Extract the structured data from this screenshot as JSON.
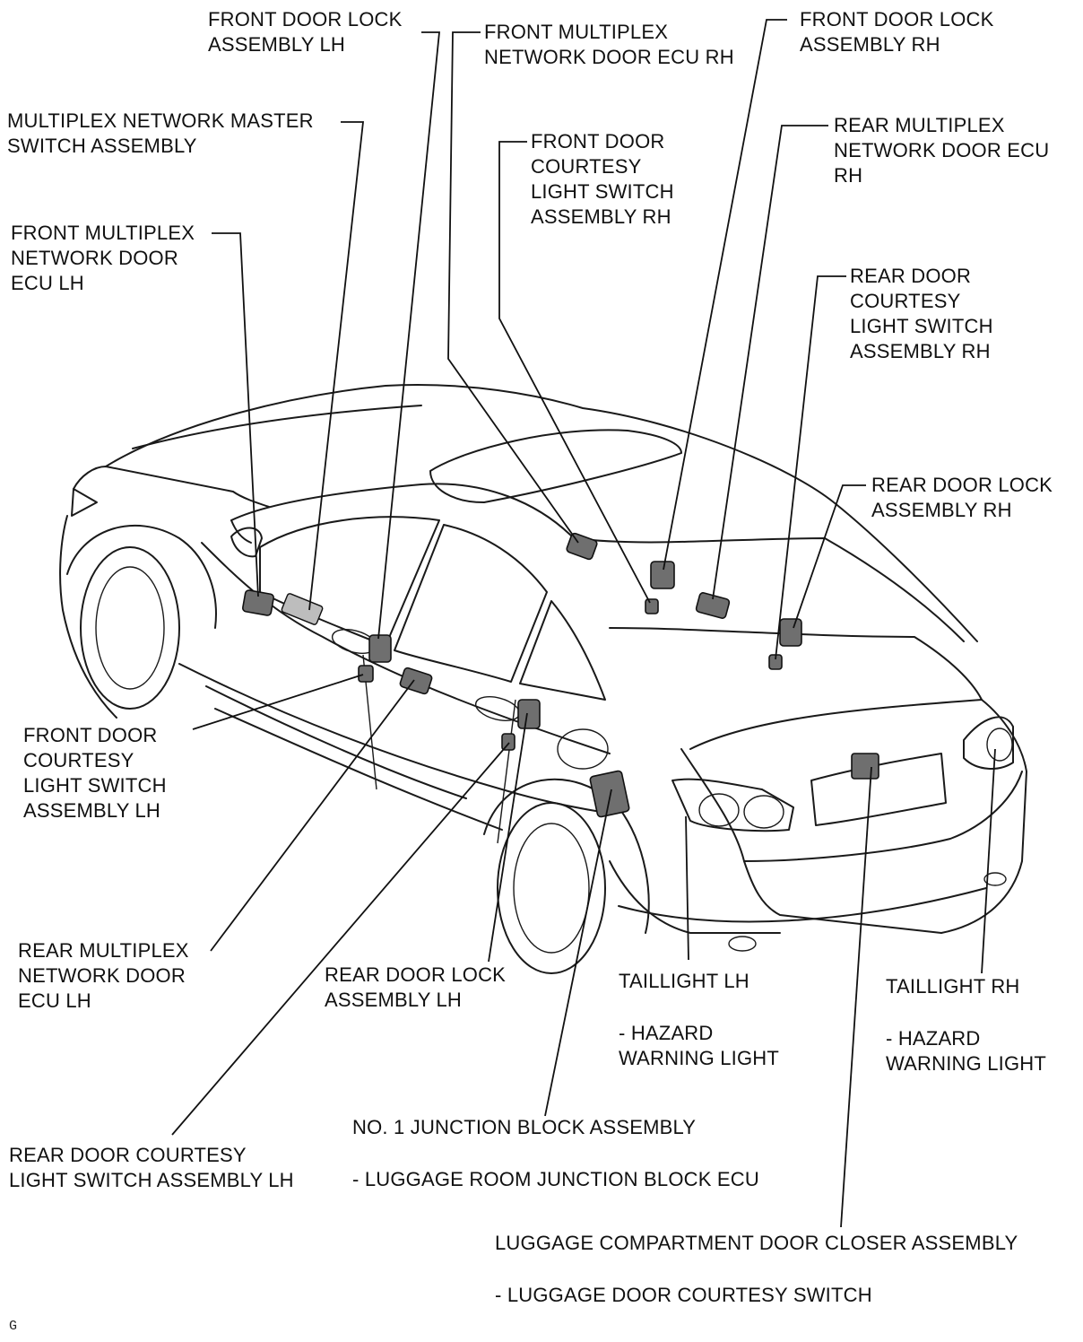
{
  "labels": {
    "front_door_lock_lh": [
      "FRONT DOOR LOCK",
      "ASSEMBLY LH"
    ],
    "front_multiplex_ecu_rh": [
      "FRONT MULTIPLEX",
      "NETWORK DOOR ECU RH"
    ],
    "front_door_lock_rh": [
      "FRONT DOOR LOCK",
      "ASSEMBLY RH"
    ],
    "master_switch": [
      "MULTIPLEX NETWORK MASTER",
      "SWITCH ASSEMBLY"
    ],
    "front_courtesy_rh": [
      "FRONT DOOR",
      "COURTESY",
      "LIGHT SWITCH",
      "ASSEMBLY RH"
    ],
    "rear_multiplex_ecu_rh": [
      "REAR MULTIPLEX",
      "NETWORK DOOR ECU",
      "RH"
    ],
    "front_multiplex_ecu_lh": [
      "FRONT MULTIPLEX",
      "NETWORK DOOR",
      "ECU LH"
    ],
    "rear_courtesy_rh": [
      "REAR DOOR",
      "COURTESY",
      "LIGHT SWITCH",
      "ASSEMBLY RH"
    ],
    "rear_door_lock_rh": [
      "REAR DOOR LOCK",
      "ASSEMBLY RH"
    ],
    "front_courtesy_lh": [
      "FRONT DOOR",
      "COURTESY",
      "LIGHT SWITCH",
      "ASSEMBLY LH"
    ],
    "rear_multiplex_ecu_lh": [
      "REAR MULTIPLEX",
      "NETWORK DOOR",
      "ECU LH"
    ],
    "rear_door_lock_lh": [
      "REAR DOOR LOCK",
      "ASSEMBLY LH"
    ],
    "taillight_lh": {
      "title": "TAILLIGHT LH",
      "sub": [
        "- HAZARD",
        "WARNING LIGHT"
      ]
    },
    "taillight_rh": {
      "title": "TAILLIGHT RH",
      "sub": [
        "- HAZARD",
        "WARNING LIGHT"
      ]
    },
    "junction_block": {
      "title": "NO. 1 JUNCTION BLOCK ASSEMBLY",
      "sub": "- LUGGAGE ROOM JUNCTION BLOCK ECU"
    },
    "rear_courtesy_lh": [
      "REAR DOOR COURTESY",
      "LIGHT SWITCH ASSEMBLY LH"
    ],
    "luggage_closer": {
      "title": "LUGGAGE COMPARTMENT DOOR CLOSER ASSEMBLY",
      "sub": "- LUGGAGE DOOR COURTESY SWITCH"
    }
  },
  "corner_mark": "G"
}
